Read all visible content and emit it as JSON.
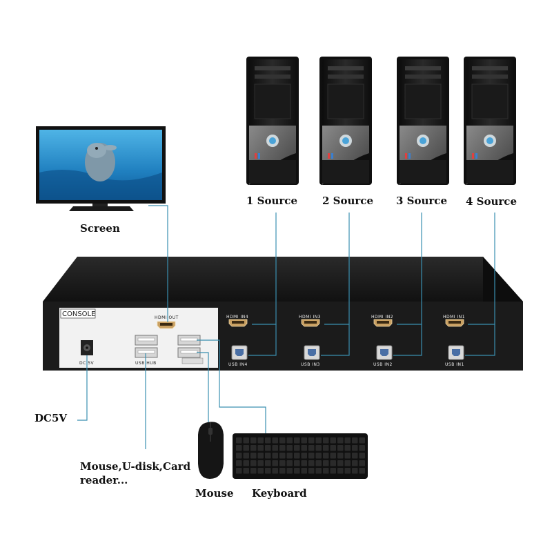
{
  "labels": {
    "screen": "Screen",
    "source1": "1 Source",
    "source2": "2 Source",
    "source3": "3 Source",
    "source4": "4 Source",
    "dc5v": "DC5V",
    "usb_devices": "Mouse,U-disk,Card reader...",
    "mouse": "Mouse",
    "keyboard": "Keyboard"
  },
  "device": {
    "console_label": "CONSOLE",
    "hdmi_out": "HDMI OUT",
    "dc_port": "DC 5V",
    "usb_hub": "USB HUB",
    "hdmi_inputs": [
      "HDMI IN4",
      "HDMI IN3",
      "HDMI IN2",
      "HDMI IN1"
    ],
    "usb_inputs": [
      "USB IN4",
      "USB IN3",
      "USB IN2",
      "USB IN1"
    ]
  },
  "colors": {
    "cable": "#3a8fb0",
    "device_body": "#1c1c1c",
    "console_panel": "#f2f2f2",
    "pc_case": "#161616"
  }
}
